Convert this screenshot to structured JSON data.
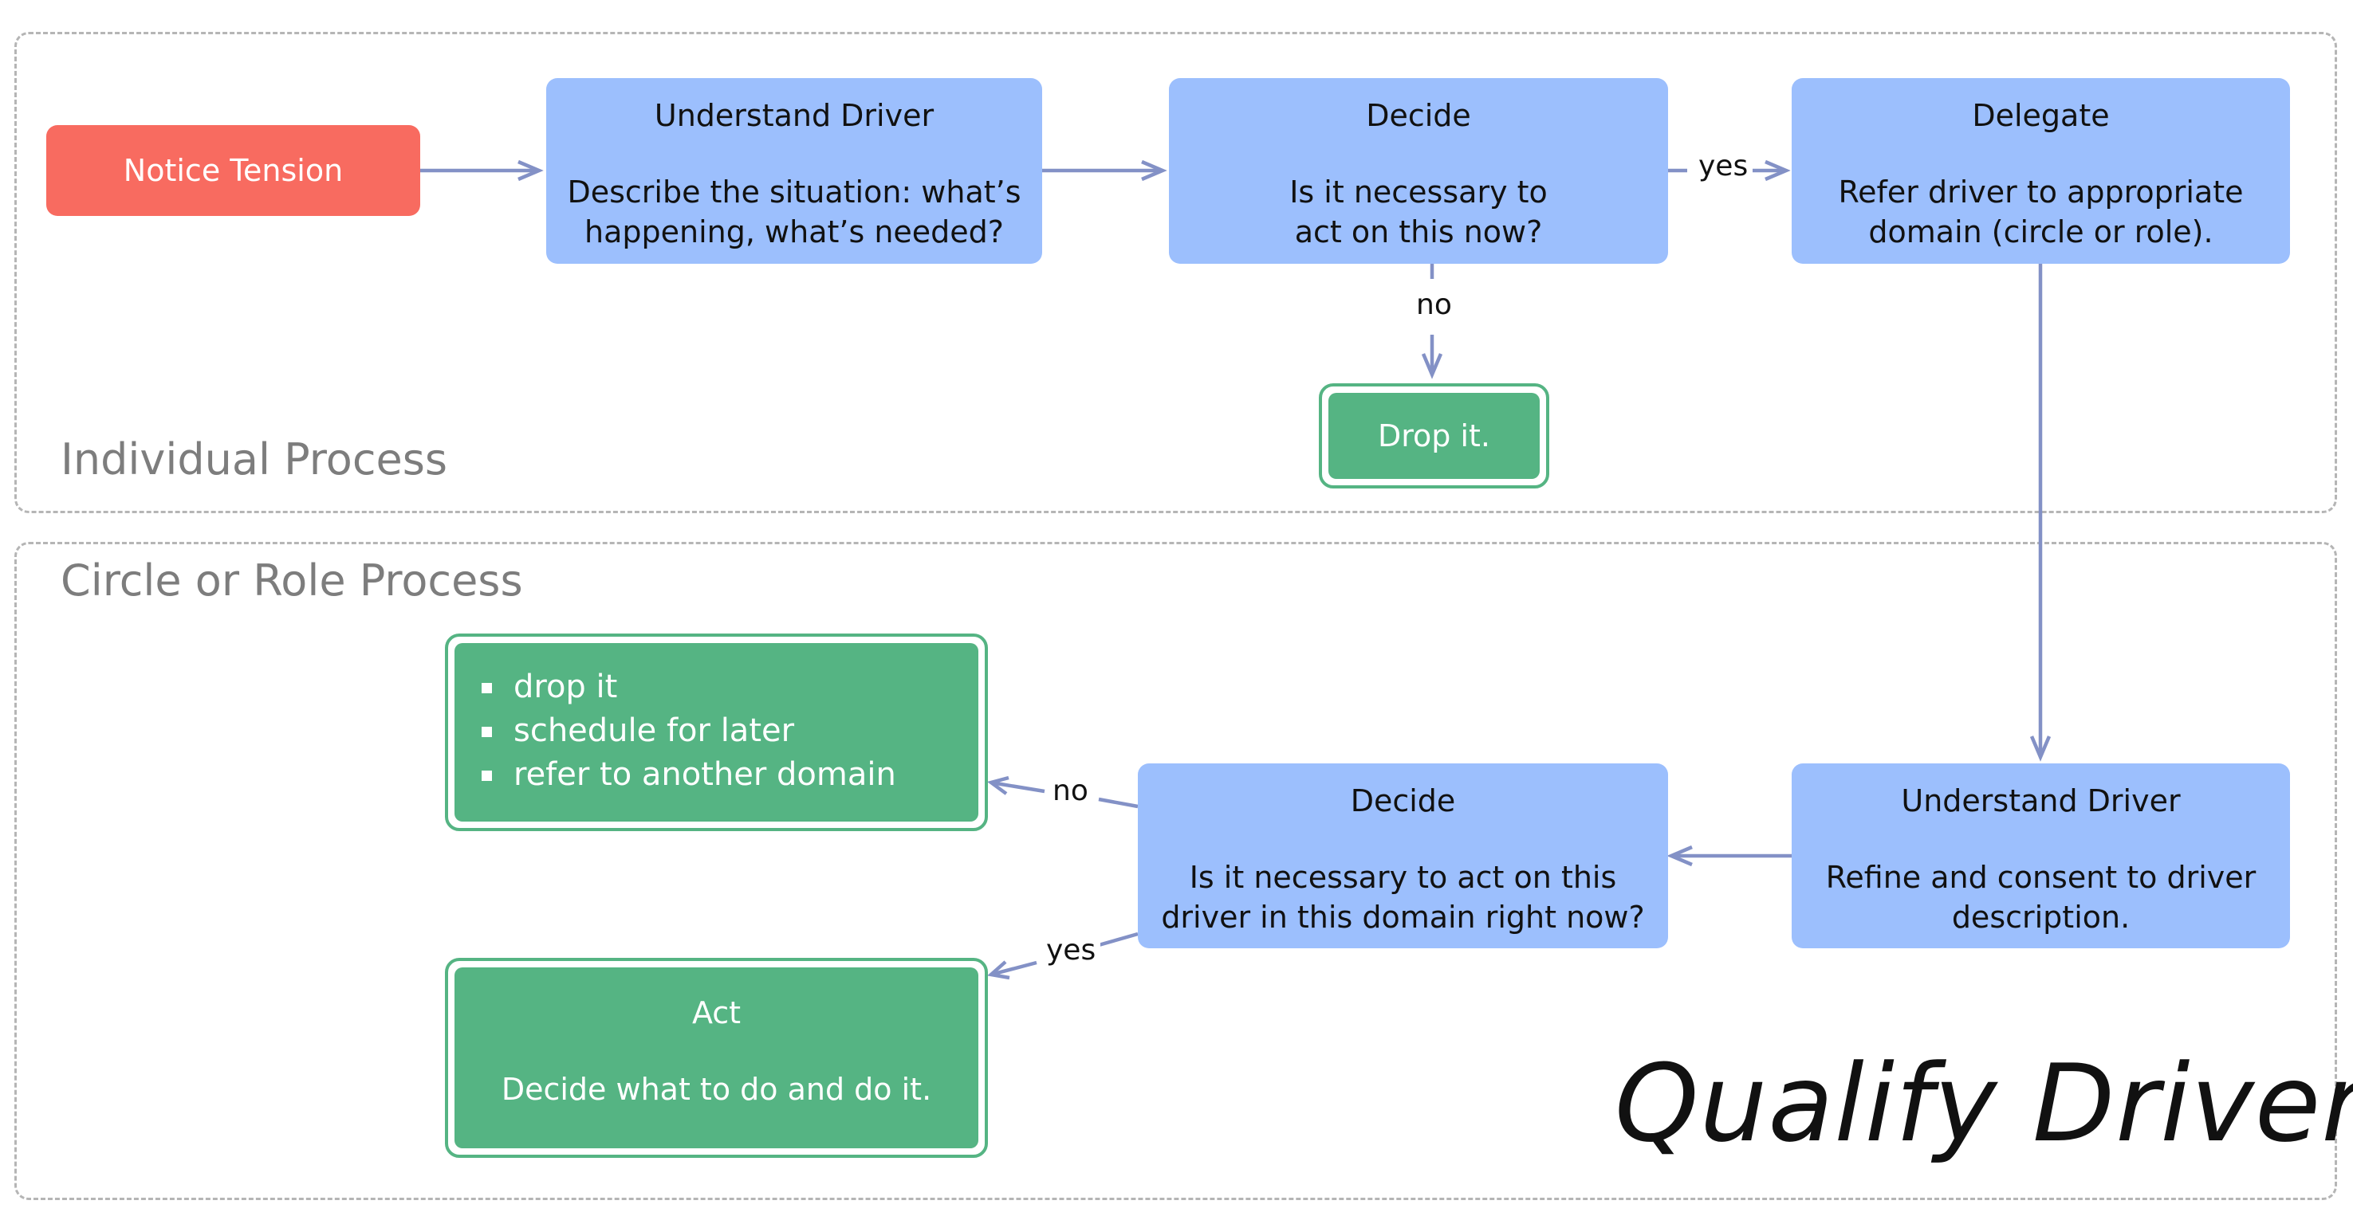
{
  "diagram_title": "Qualify Drivers",
  "regions": {
    "individual": {
      "label": "Individual Process"
    },
    "circle": {
      "label": "Circle or Role Process"
    }
  },
  "nodes": {
    "notice_tension": {
      "label": "Notice Tension"
    },
    "understand_driver_1": {
      "title": "Understand Driver",
      "line1": "Describe the situation: what’s",
      "line2": "happening, what’s needed?"
    },
    "decide_1": {
      "title": "Decide",
      "line1": "Is it necessary to",
      "line2": "act on this now?"
    },
    "delegate": {
      "title": "Delegate",
      "line1": "Refer driver to appropriate",
      "line2": "domain (circle or role)."
    },
    "drop_it": {
      "label": "Drop it."
    },
    "understand_driver_2": {
      "title": "Understand Driver",
      "line1": "Refine and consent to driver",
      "line2": "description."
    },
    "decide_2": {
      "title": "Decide",
      "line1": "Is it necessary to act on this",
      "line2": "driver in this domain right now?"
    },
    "options": {
      "items": [
        "drop it",
        "schedule for later",
        "refer to another domain"
      ]
    },
    "act": {
      "title": "Act",
      "body": "Decide what to do and do it."
    }
  },
  "edge_labels": {
    "decide1_yes": "yes",
    "decide1_no": "no",
    "decide2_no": "no",
    "decide2_yes": "yes"
  },
  "colors": {
    "blue_node": "#9cbffd",
    "red_node": "#f86b60",
    "green_node": "#55b483",
    "edge": "#8391c6",
    "region_border": "#b5b5b5"
  }
}
